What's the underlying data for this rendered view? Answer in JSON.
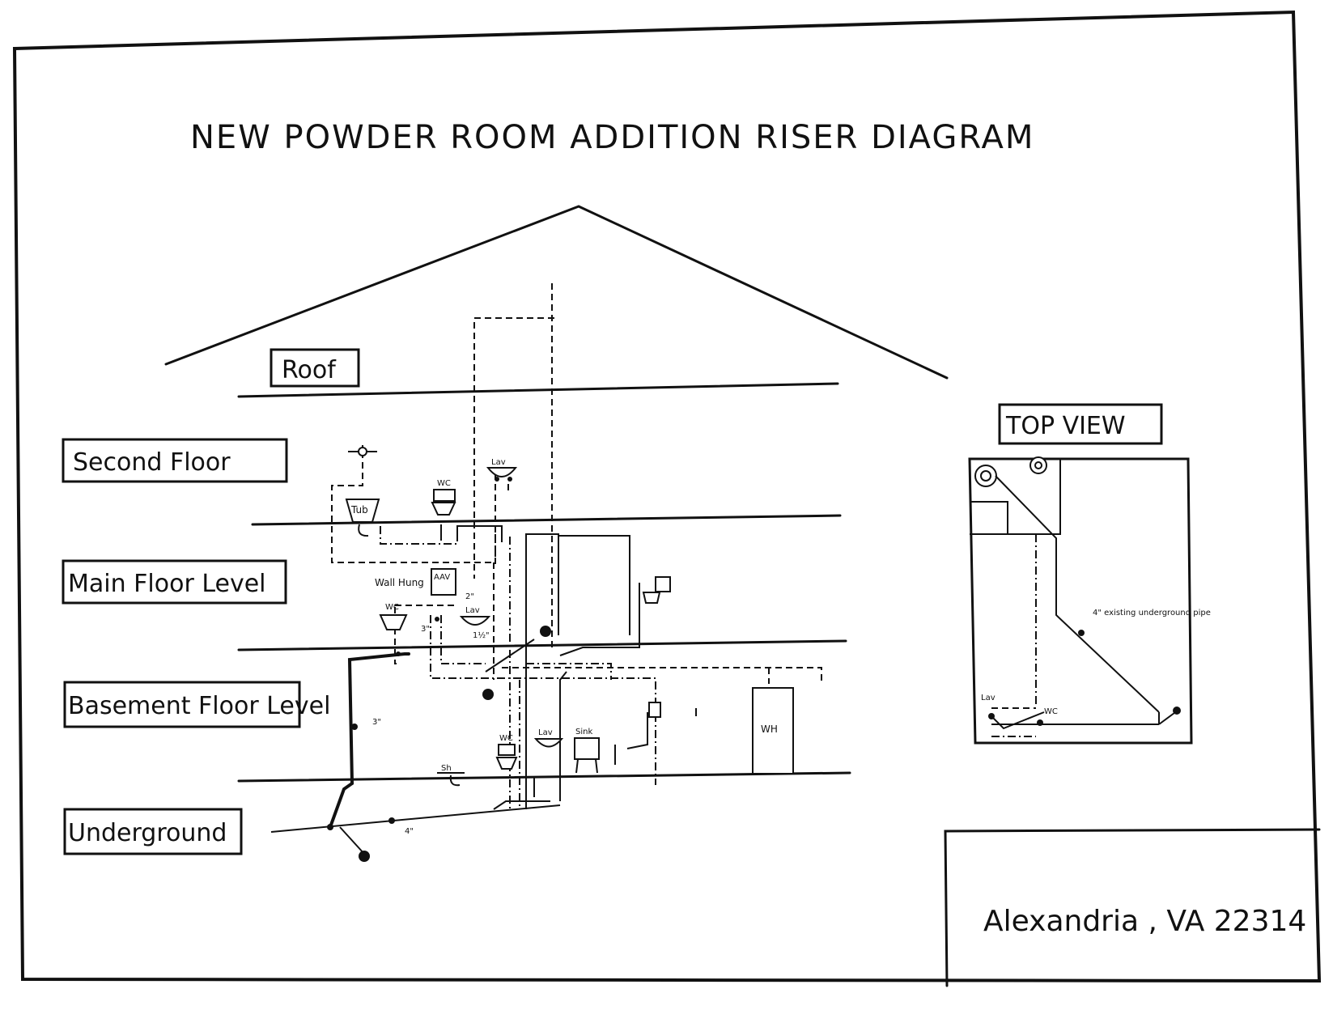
{
  "title": "NEW POWDER ROOM ADDITION RISER DIAGRAM",
  "levels": {
    "roof": "Roof",
    "second_floor": "Second Floor",
    "main_floor": "Main Floor Level",
    "basement": "Basement Floor Level",
    "underground": "Underground"
  },
  "fixtures": {
    "tub": "Tub",
    "wc": "WC",
    "lav": "Lav",
    "aav": "AAV",
    "wall_hung": "Wall Hung",
    "sh": "Sh",
    "sink": "Sink",
    "wh": "WH"
  },
  "pipe_sizes": {
    "two_inch": "2\"",
    "one_half_inch": "1½\"",
    "three_inch": "3\"",
    "four_inch": "4\"",
    "small_3": "3\""
  },
  "top_view": {
    "label": "TOP VIEW",
    "note": "4\" existing underground pipe",
    "lav": "Lav",
    "wc": "WC"
  },
  "title_block": {
    "location": "Alexandria , VA 22314"
  }
}
